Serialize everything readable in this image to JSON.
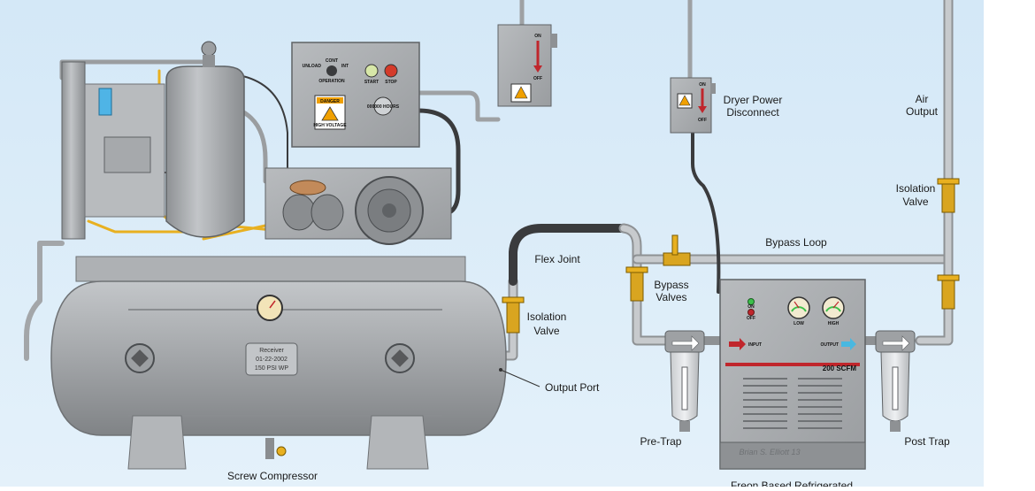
{
  "labels": {
    "screw_compressor": "Screw Compressor",
    "flex_joint": "Flex Joint",
    "isolation_valve_left_1": "Isolation",
    "isolation_valve_left_2": "Valve",
    "output_port": "Output Port",
    "dryer_power_1": "Dryer Power",
    "dryer_power_2": "Disconnect",
    "bypass_loop": "Bypass Loop",
    "bypass_valves_1": "Bypass",
    "bypass_valves_2": "Valves",
    "air_output_1": "Air",
    "air_output_2": "Output",
    "isolation_valve_right_1": "Isolation",
    "isolation_valve_right_2": "Valve",
    "pre_trap": "Pre-Trap",
    "post_trap": "Post Trap",
    "dryer_caption": "Freon Based Refrigerated"
  },
  "panel": {
    "unload": "UNLOAD",
    "cont": "CONT",
    "int": "INT",
    "operation": "OPERATION",
    "start": "START",
    "stop": "STOP",
    "meter": "000000 HOURS",
    "danger": "DANGER",
    "high_voltage": "HIGH VOLTAGE"
  },
  "receiver_plate": {
    "line1": "Receiver",
    "line2": "01-22-2002",
    "line3": "150 PSI WP"
  },
  "disconnect_switch": {
    "on": "ON",
    "off": "OFF"
  },
  "dryer": {
    "on": "ON",
    "off": "OFF",
    "low": "LOW",
    "high": "HIGH",
    "input": "INPUT",
    "output": "OUTPUT",
    "capacity": "200 SCFM",
    "signature": "Brian S. Elliott 13"
  },
  "colors": {
    "background": "#dcecf8",
    "machine_gray": "#a8abae",
    "pipe_gray": "#b8bcbf",
    "yellow_line": "#e8b020",
    "danger_orange": "#f0a000",
    "stripe_red": "#c0262c",
    "arrow_blue": "#49b8e0"
  }
}
